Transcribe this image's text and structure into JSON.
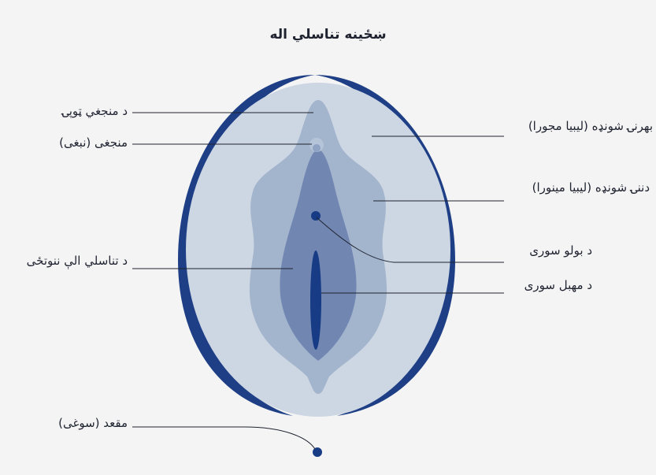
{
  "title": "ښځینه تناسلي اله",
  "labels": {
    "clitoral_hood": "د منجغي ټوپۍ",
    "clitoris": "منجغی (نبغی)",
    "vulva": "د تناسلي الې ننوتځی",
    "anus": "مقعد (سوغی)",
    "labia_majora": "بهرنۍ شونډه (لیبیا مجورا)",
    "labia_minora": "دننۍ شونډه (لیبیا مینورا)",
    "urethral_opening": "د بولو سوری",
    "vaginal_opening": "د مهبل سوری"
  },
  "colors": {
    "background": "#f4f4f4",
    "outer_oval": "#cdd6e3",
    "outer_rim": "#1e3f86",
    "labia_minora": "#a3b4cd",
    "inner_area": "#7187b2",
    "clitoris": "#b6c4d9",
    "accent_dark": "#173c85",
    "line": "#1f2330"
  }
}
